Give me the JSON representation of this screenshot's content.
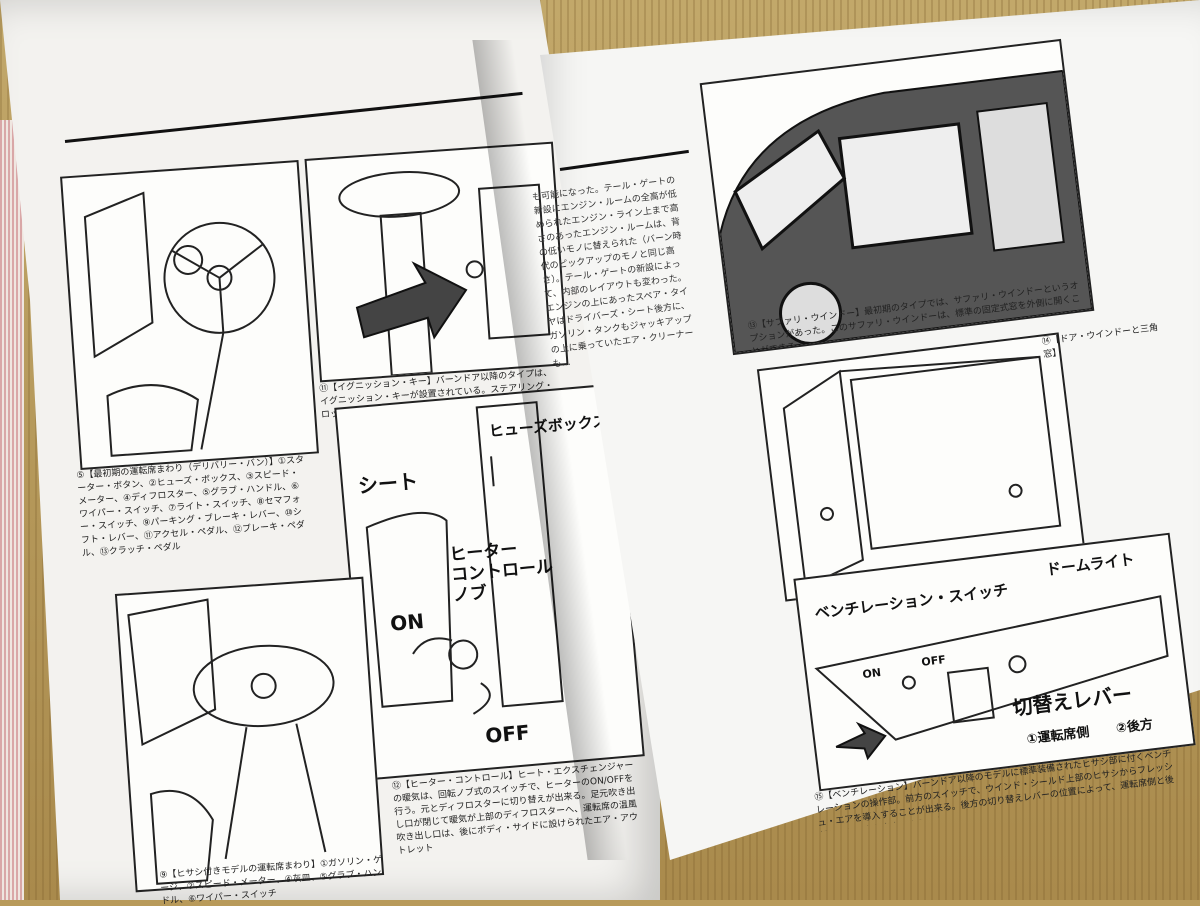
{
  "left_page": {
    "captions": {
      "c5_title": "⑤【最初期の運転席まわり（デリバリー・バン）】①スターター・ボタン、②ヒューズ・ボックス、③スピード・メーター、④ディフロスター、⑤グラブ・ハンドル、⑥ワイパー・スイッチ、⑦ライト・スイッチ、⑧セマフォー・スイッチ、⑨パーキング・ブレーキ・レバー、⑩シフト・レバー、⑪アクセル・ペダル、⑫ブレーキ・ペダル、⑬クラッチ・ペダル",
      "c11_title": "⑪【イグニッション・キー】バーンドア以降のタイプは、イグニッション・キーが設置されている。ステアリング・ロック機構が付属している場合は、イラストの位置",
      "c9_title": "⑨【ヒサシ付きモデルの運転席まわり】①ガソリン・ゲージ、②スピード・メーター、④灰皿、⑤グラブ・ハンドル、⑥ワイパー・スイッチ",
      "c12_title": "⑫【ヒーター・コントロール】ヒート・エクスチェンジャーの暖気は、回転ノブ式のスイッチで、ヒーターのON/OFFを行う。元とディフロスターに切り替えが出来る。足元吹き出し口が閉じて暖気が上部のディフロスターへ、運転席の温風吹き出し口は、後にボディ・サイドに設けられたエア・アウトレット"
    },
    "illustration_labels": {
      "fuse_box": "ヒューズボックス",
      "seat": "シート",
      "heater_knob": "ヒーター\nコントロール\nノブ",
      "on": "ON",
      "off": "OFF"
    }
  },
  "right_page": {
    "captions": {
      "safari": "⑬【サファリ・ウインドー】最初期のタイプでは、サファリ・ウインドーというオプションがあった。このサファリ・ウインドーは、標準の固定式窓を外側に開くことができる",
      "door_window": "⑭【ドア・ウインドーと三角窓】",
      "ventilation": "⑮【ベンチレーション】バーンドア以降のモデルに標準装備されたヒサシ部に付くベンチレーションの操作部。前方のスイッチで、ウインド・シールド上部のヒサシからフレッシュ・エアを導入することが出来る。後方の切り替えレバーの位置によって、運転席側と後部とにセレクト出来るようになっている。"
    },
    "illustration_labels": {
      "vent_switch": "ベンチレーション・スイッチ",
      "dome_light": "ドームライト",
      "on": "ON",
      "off": "OFF",
      "lever": "切替えレバー",
      "driver_side": "①運転席側",
      "rear": "②後方"
    },
    "body_text": "も可能になった。テール・ゲートの新設にエンジン・ルームの全高が低められたエンジン・ライン上まで高さのあったエンジン・ルームは、背の低いモノに替えられた（バーン時代のピックアップのモノと同じ高さ）。テール・ゲートの新設によって、内部のレイアウトも変わった。エンジンの上にあったスペア・タイヤはドライバーズ・シート後方に、ガソリン・タンクもジャッキアップの上に乗っていたエア・クリーナーも…"
  },
  "colors": {
    "paper": "#f3f2ef",
    "ink": "#222222",
    "tatami": "#b89a5a"
  }
}
